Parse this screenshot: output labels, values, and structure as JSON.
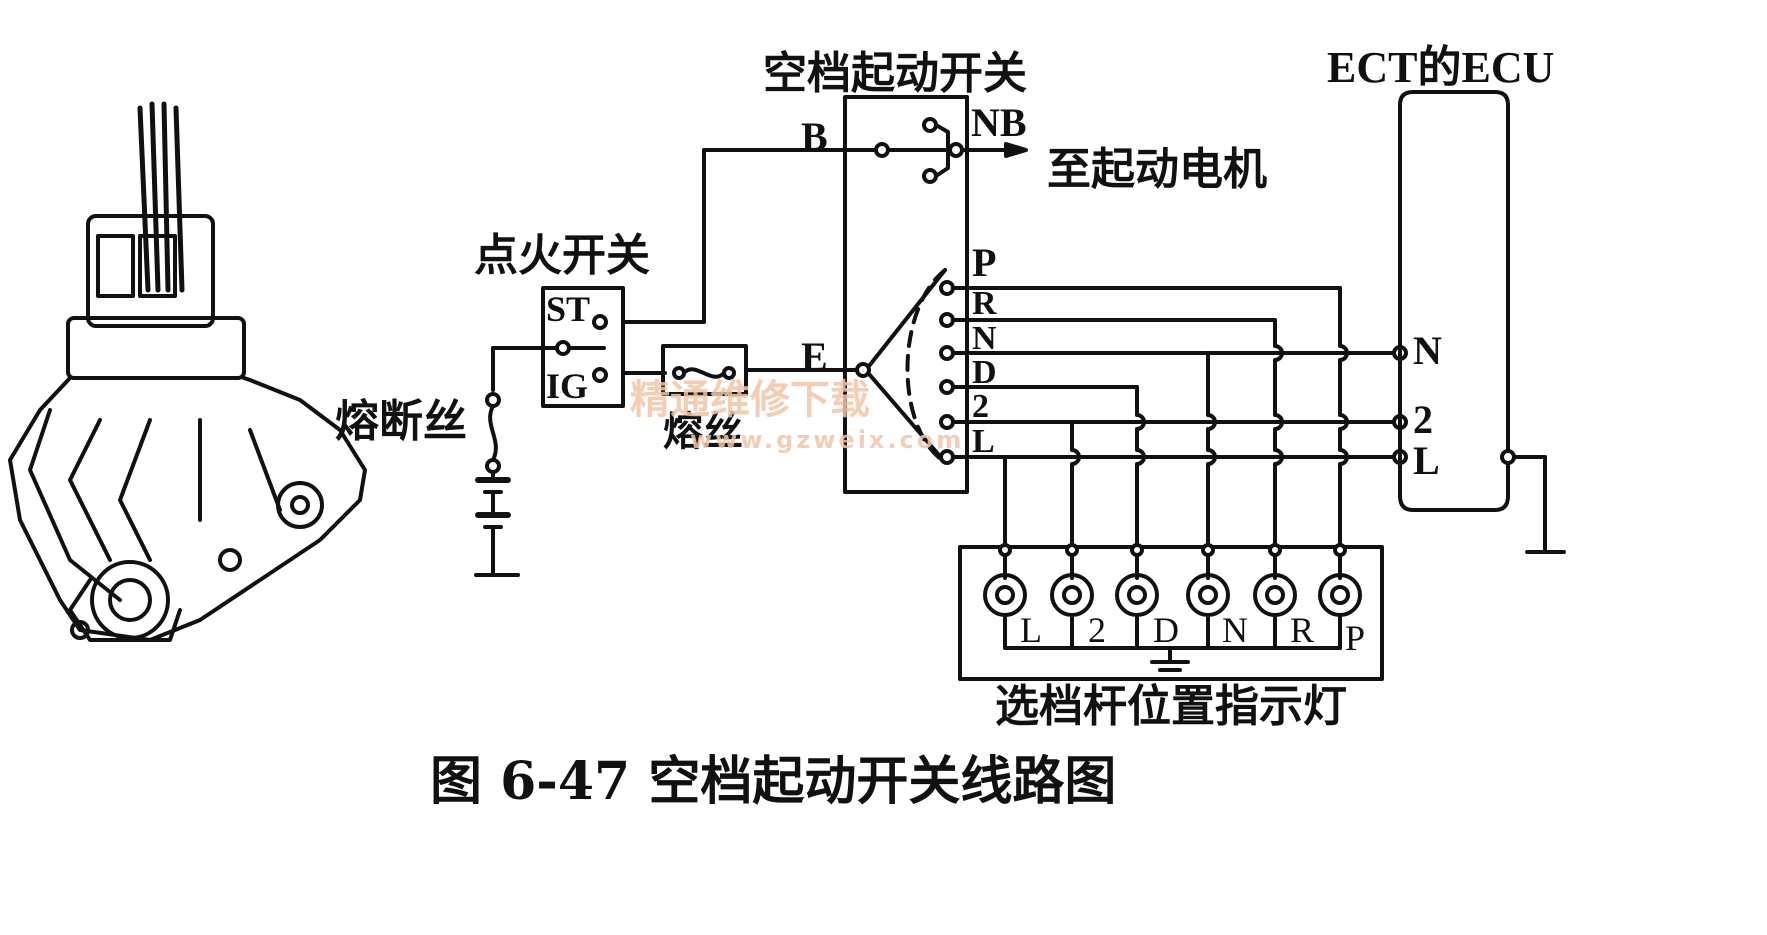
{
  "labels": {
    "neutral_start_switch": "空档起动开关",
    "ect_ecu": "ECT的ECU",
    "to_starter": "至起动电机",
    "ignition_switch": "点火开关",
    "fusible_link": "熔断丝",
    "fuse": "熔丝",
    "indicator_lamps": "选档杆位置指示灯",
    "caption": "图 6-47    空档起动开关线路图"
  },
  "switch_terminals": {
    "B": "B",
    "NB": "NB",
    "E": "E",
    "P": "P",
    "R": "R",
    "N": "N",
    "D": "D",
    "two": "2",
    "L": "L"
  },
  "ignition_terminals": {
    "ST": "ST",
    "IG": "IG"
  },
  "ecu_terminals": [
    "N",
    "2",
    "L"
  ],
  "lamp_labels": [
    "L",
    "2",
    "D",
    "N",
    "R",
    "P"
  ],
  "watermark": {
    "cn": "精通维修下载",
    "url": "www.gzweix.com"
  }
}
